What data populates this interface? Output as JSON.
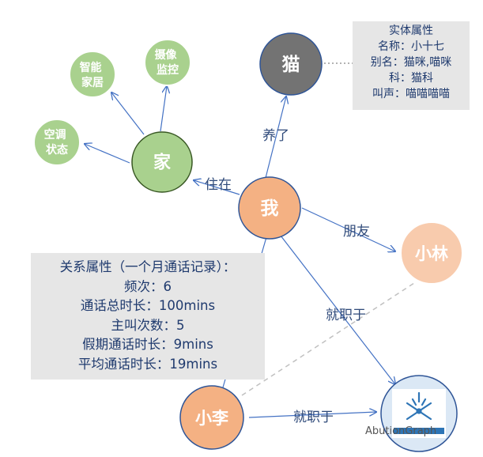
{
  "nodes": {
    "zhineng": "智能\n家居",
    "shexiang": "摄像\n监控",
    "kongtiao": "空调\n状态",
    "jia": "家",
    "mao": "猫",
    "wo": "我",
    "xiaolin": "小林",
    "xiaoli": "小李"
  },
  "edges": {
    "zhuzai": "住在",
    "yangle": "养了",
    "pengyou": "朋友",
    "jiuzhiyu_1": "就职于",
    "jiuzhiyu_2": "就职于"
  },
  "entity_box": {
    "lines": [
      "实体属性",
      "名称：小十七",
      "别名：猫咪,喵咪",
      "科：猫科",
      "叫声：喵喵喵喵"
    ]
  },
  "relation_box": {
    "lines": [
      "关系属性（一个月通话记录）：",
      "频次：6",
      "通话总时长：100mins",
      "主叫次数：5",
      "假期通话时长：9mins",
      "平均通话时长：19mins"
    ]
  },
  "watermark": "AbutionGraph",
  "colors": {
    "green": "#a9d18e",
    "orange": "#f4b183",
    "light_orange": "#f8cbad",
    "gray_node": "#737373",
    "blue_edge": "#4472c4",
    "company_ring": "#2f5597"
  },
  "icons": [
    "company-logo-icon"
  ]
}
